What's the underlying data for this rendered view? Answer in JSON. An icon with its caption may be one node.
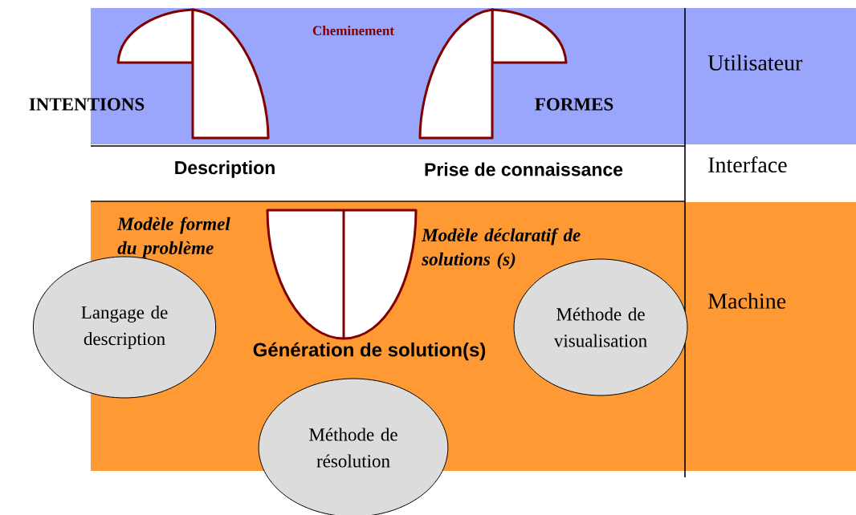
{
  "diagram": {
    "nodes": [
      {
        "text": [
          "Utilisateur"
        ]
      },
      {
        "text": [
          "Machine"
        ]
      },
      {
        "text": [
          "Langage de description"
        ]
      },
      {
        "text": [
          "Méthode de visualisation"
        ],
        "in": 1
      },
      {
        "text": [
          "Méthode de résolution"
        ]
      }
    ],
    "labels": [
      "Cheminement",
      "INTENTIONS",
      "FORMES",
      "Description",
      "Prise de connaissance",
      "Interface",
      "Modèle formel du problème",
      "Modèle déclaratif de solutions (s)",
      "Génération de solution(s)"
    ]
  }
}
